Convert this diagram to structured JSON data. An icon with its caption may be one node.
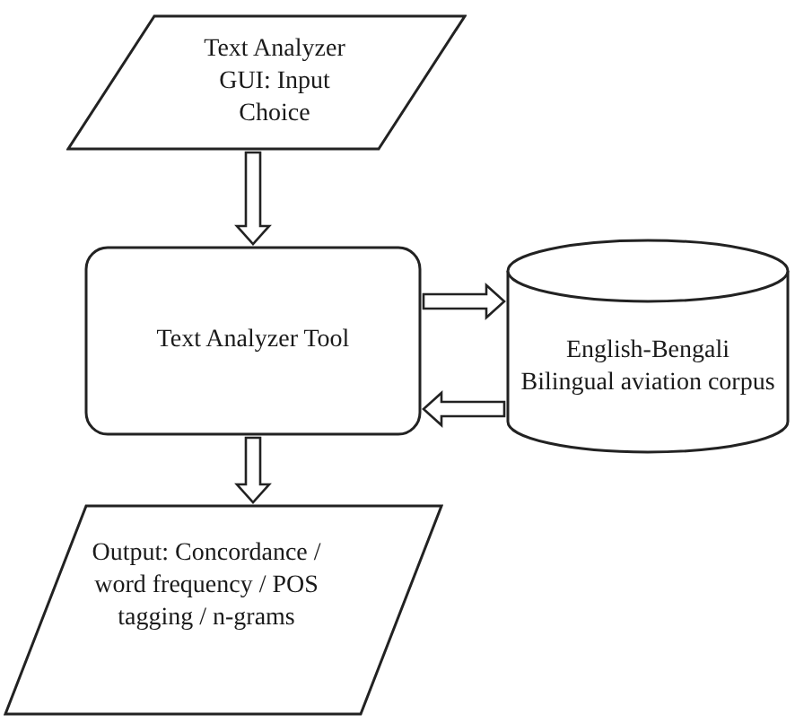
{
  "diagram": {
    "nodes": [
      {
        "text": [
          "Text Analyzer GUI: Input Choice"
        ]
      },
      {
        "text": [
          "Text Analyzer Tool"
        ]
      },
      {
        "text": [
          "English-Bengali Bilingual aviation corpus"
        ]
      },
      {
        "text": [
          "Output: Concordance / word frequency / POS tagging / n-grams"
        ]
      }
    ],
    "edges": [
      {
        "from": 0,
        "to": 1,
        "arrow": "to"
      },
      {
        "from": 1,
        "to": 2,
        "arrow": "to"
      },
      {
        "from": 2,
        "to": 1,
        "arrow": "to"
      },
      {
        "from": 1,
        "to": 3,
        "arrow": "to"
      }
    ]
  }
}
